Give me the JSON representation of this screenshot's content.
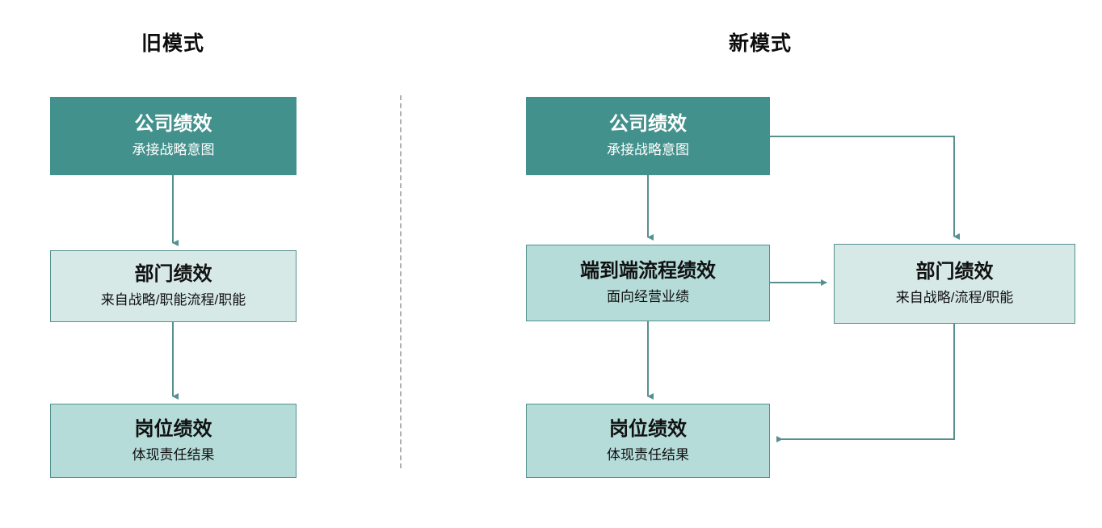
{
  "diagram": {
    "title_left": "旧模式",
    "title_right": "新模式",
    "colors": {
      "dark_fill": "#43918c",
      "mid_fill": "#b5dcd9",
      "pale_fill": "#d6e9e7",
      "border": "#55918f",
      "connector": "#56918f",
      "divider": "#b0b0b0",
      "text_dark": "#111111",
      "text_light": "#ffffff"
    },
    "panels": [
      {
        "id": "old",
        "title": "旧模式",
        "nodes": [
          {
            "id": "old-company",
            "title": "公司绩效",
            "subtitle": "承接战略意图"
          },
          {
            "id": "old-department",
            "title": "部门绩效",
            "subtitle": "来自战略/职能流程/职能"
          },
          {
            "id": "old-position",
            "title": "岗位绩效",
            "subtitle": "体现责任结果"
          }
        ],
        "edges": [
          {
            "from": "old-company",
            "to": "old-department"
          },
          {
            "from": "old-department",
            "to": "old-position"
          }
        ]
      },
      {
        "id": "new",
        "title": "新模式",
        "nodes": [
          {
            "id": "new-company",
            "title": "公司绩效",
            "subtitle": "承接战略意图"
          },
          {
            "id": "new-process",
            "title": "端到端流程绩效",
            "subtitle": "面向经营业绩"
          },
          {
            "id": "new-department",
            "title": "部门绩效",
            "subtitle": "来自战略/流程/职能"
          },
          {
            "id": "new-position",
            "title": "岗位绩效",
            "subtitle": "体现责任结果"
          }
        ],
        "edges": [
          {
            "from": "new-company",
            "to": "new-process"
          },
          {
            "from": "new-company",
            "to": "new-department"
          },
          {
            "from": "new-process",
            "to": "new-department"
          },
          {
            "from": "new-process",
            "to": "new-position"
          },
          {
            "from": "new-department",
            "to": "new-position"
          }
        ]
      }
    ]
  }
}
